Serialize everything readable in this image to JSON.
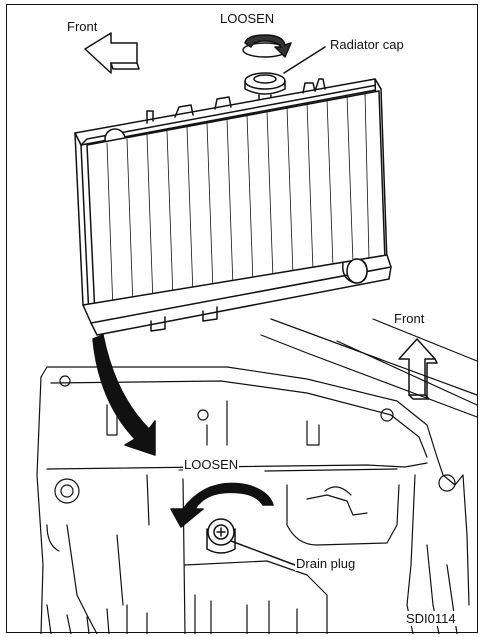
{
  "labels": {
    "front_top": "Front",
    "loosen_top": "LOOSEN",
    "radiator_cap": "Radiator cap",
    "front_right": "Front",
    "loosen_bottom": "LOOSEN",
    "drain_plug": "Drain plug",
    "figure_code": "SDI0114"
  },
  "colors": {
    "ink": "#111111",
    "paper": "#ffffff"
  }
}
